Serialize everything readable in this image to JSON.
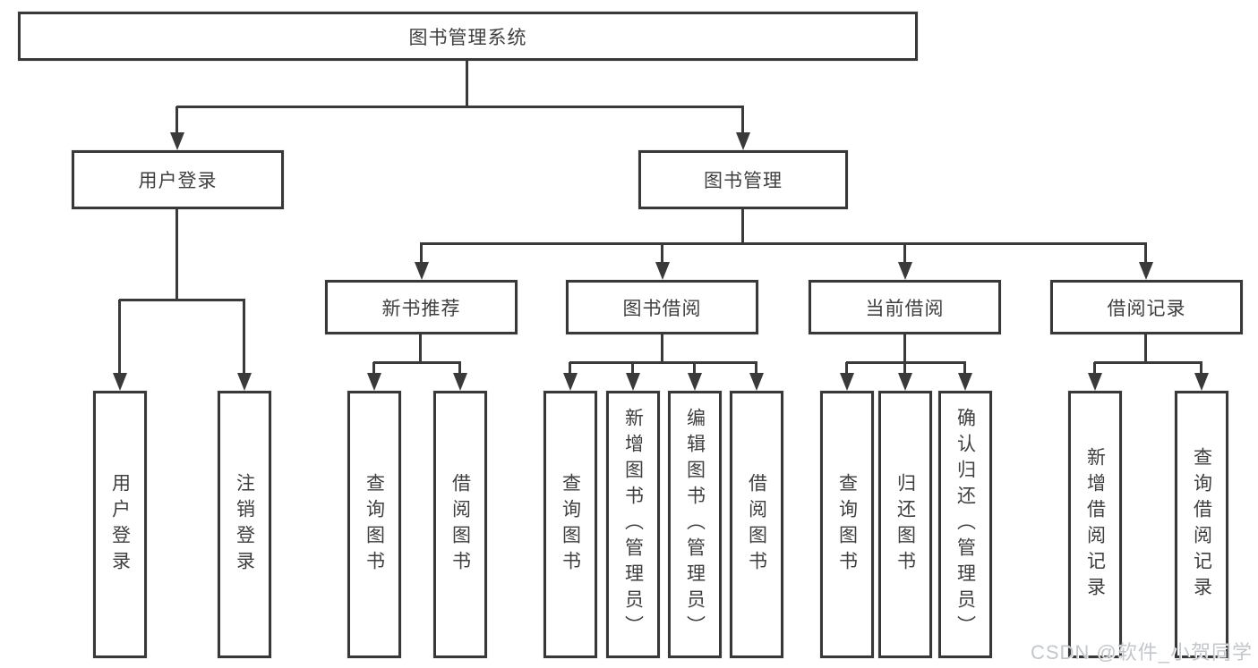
{
  "tree": {
    "label": "图书管理系统",
    "children": [
      {
        "label": "用户登录",
        "children": [
          {
            "label": "用户登录"
          },
          {
            "label": "注销登录"
          }
        ]
      },
      {
        "label": "图书管理",
        "children": [
          {
            "label": "新书推荐",
            "children": [
              {
                "label": "查询图书"
              },
              {
                "label": "借阅图书"
              }
            ]
          },
          {
            "label": "图书借阅",
            "children": [
              {
                "label": "查询图书"
              },
              {
                "label": "新增图书（管理员）"
              },
              {
                "label": "编辑图书（管理员）"
              },
              {
                "label": "借阅图书"
              }
            ]
          },
          {
            "label": "当前借阅",
            "children": [
              {
                "label": "查询图书"
              },
              {
                "label": "归还图书"
              },
              {
                "label": "确认归还（管理员）"
              }
            ]
          },
          {
            "label": "借阅记录",
            "children": [
              {
                "label": "新增借阅记录"
              },
              {
                "label": "查询借阅记录"
              }
            ]
          }
        ]
      }
    ]
  },
  "watermark": {
    "text": "CSDN @软件_小贺同学"
  },
  "colors": {
    "background": "#ffffff",
    "line": "#3a3a3a",
    "box_border": "#383838",
    "text": "#3f3f3f",
    "watermark": "#c3c7cb"
  }
}
